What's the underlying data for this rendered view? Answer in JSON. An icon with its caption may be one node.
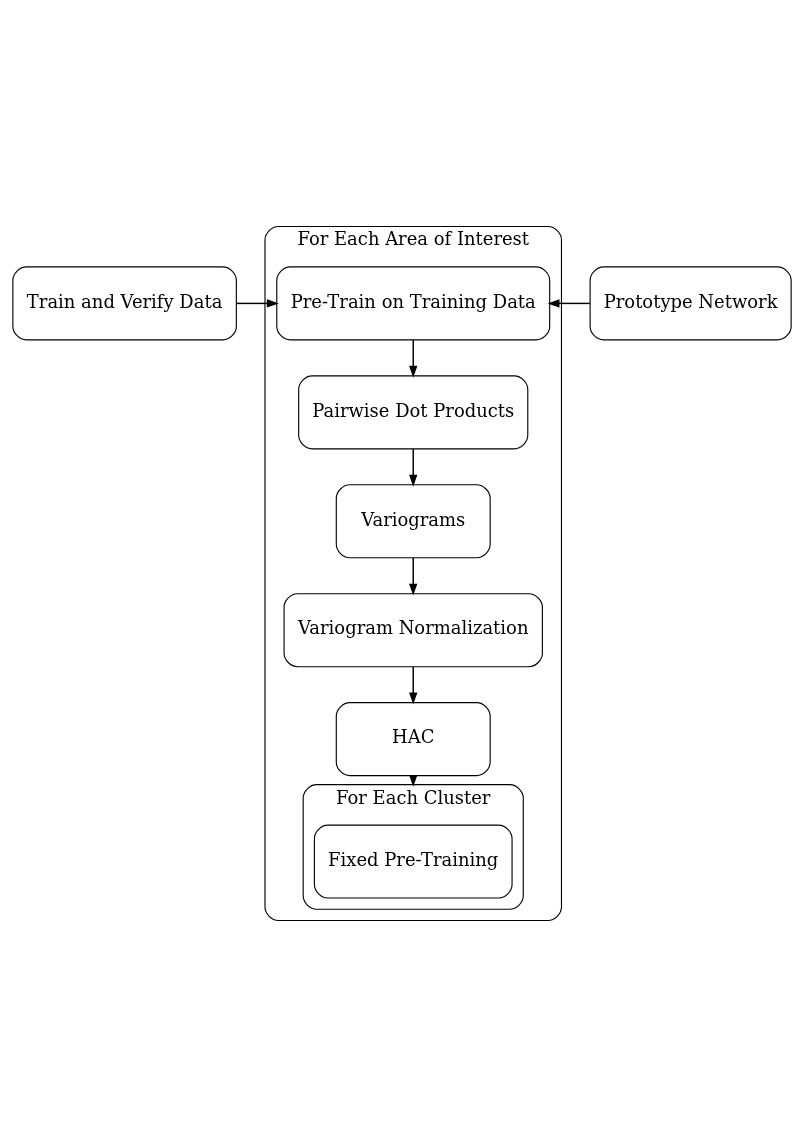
{
  "diagram": {
    "nodes": [
      {
        "text": [
          "For Each Area of Interest"
        ]
      },
      {
        "text": [
          "Train and Verify Data"
        ]
      },
      {
        "text": [
          "Pre-Train on Training Data"
        ],
        "in": 0
      },
      {
        "text": [
          "Prototype Network"
        ]
      },
      {
        "text": [
          "Pairwise Dot Products"
        ],
        "in": 0
      },
      {
        "text": [
          "Variograms"
        ],
        "in": 0
      },
      {
        "text": [
          "Variogram Normalization"
        ],
        "in": 0
      },
      {
        "text": [
          "HAC"
        ],
        "in": 0
      },
      {
        "text": [
          "For Each Cluster"
        ],
        "in": 0
      },
      {
        "text": [
          "Fixed Pre-Training"
        ],
        "in": 8
      }
    ],
    "edges": [
      {
        "from": 1,
        "to": 2,
        "arrow": "to"
      },
      {
        "from": 3,
        "to": 2,
        "arrow": "to"
      },
      {
        "from": 2,
        "to": 4,
        "arrow": "to"
      },
      {
        "from": 4,
        "to": 5,
        "arrow": "to"
      },
      {
        "from": 5,
        "to": 6,
        "arrow": "to"
      },
      {
        "from": 6,
        "to": 7,
        "arrow": "to"
      },
      {
        "from": 7,
        "to": 8,
        "arrow": "to"
      }
    ]
  }
}
